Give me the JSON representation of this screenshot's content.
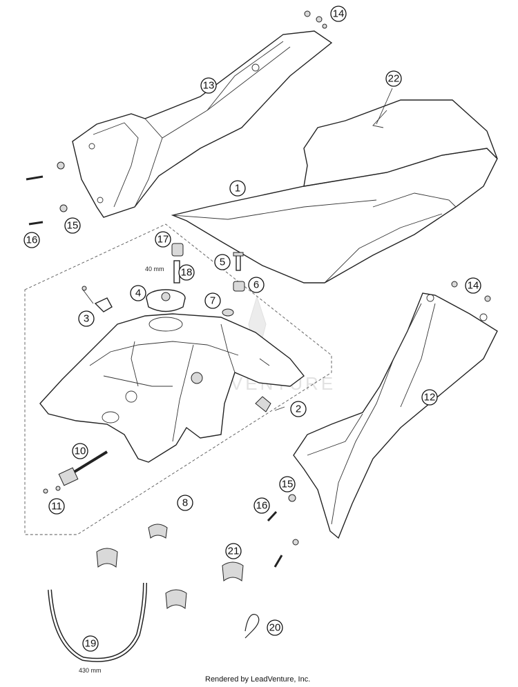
{
  "callouts": [
    {
      "id": "c1",
      "label": "1"
    },
    {
      "id": "c2",
      "label": "2"
    },
    {
      "id": "c3",
      "label": "3"
    },
    {
      "id": "c4",
      "label": "4"
    },
    {
      "id": "c5",
      "label": "5"
    },
    {
      "id": "c6",
      "label": "6"
    },
    {
      "id": "c7",
      "label": "7"
    },
    {
      "id": "c8",
      "label": "8"
    },
    {
      "id": "c10",
      "label": "10"
    },
    {
      "id": "c11",
      "label": "11"
    },
    {
      "id": "c12",
      "label": "12"
    },
    {
      "id": "c13",
      "label": "13"
    },
    {
      "id": "c14a",
      "label": "14"
    },
    {
      "id": "c14b",
      "label": "14"
    },
    {
      "id": "c15a",
      "label": "15"
    },
    {
      "id": "c15b",
      "label": "15"
    },
    {
      "id": "c16a",
      "label": "16"
    },
    {
      "id": "c16b",
      "label": "16"
    },
    {
      "id": "c17",
      "label": "17"
    },
    {
      "id": "c18",
      "label": "18"
    },
    {
      "id": "c19",
      "label": "19"
    },
    {
      "id": "c20",
      "label": "20"
    },
    {
      "id": "c21",
      "label": "21"
    },
    {
      "id": "c22",
      "label": "22"
    }
  ],
  "dimensions": {
    "hose_length_small": "40 mm",
    "hose_length_long": "430 mm"
  },
  "watermark_text": "LEADVENTURE",
  "credit": "Rendered by LeadVenture, Inc."
}
